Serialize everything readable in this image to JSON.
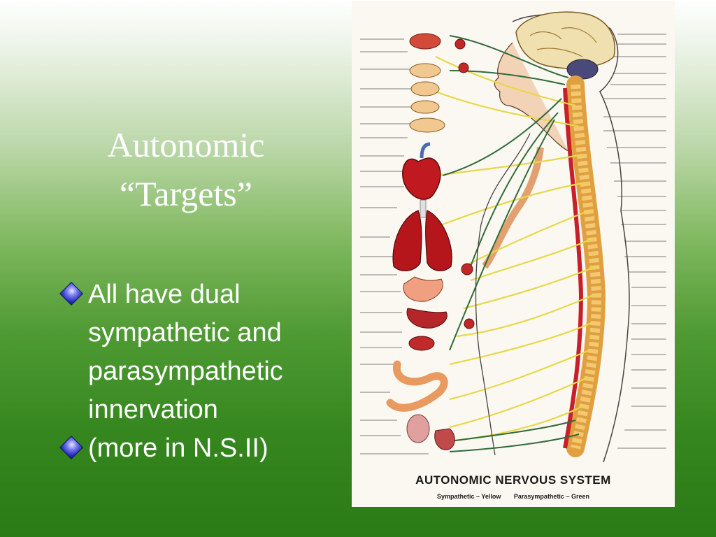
{
  "slide": {
    "title_line1": "Autonomic",
    "title_line2": "“Targets”",
    "bullets": [
      {
        "text": " All have dual sympathetic and parasympathetic innervation"
      },
      {
        "text": "(more in N.S.II)"
      }
    ],
    "bullet_icon": "diamond-bullet-icon"
  },
  "poster": {
    "title": "AUTONOMIC NERVOUS SYSTEM",
    "legend_sympathetic": "Sympathetic – Yellow",
    "legend_parasympathetic": "Parasympathetic – Green",
    "colors": {
      "sympathetic": "#e8d84a",
      "parasympathetic": "#2f6b3a",
      "spine": "#e0a040",
      "organ_red": "#b5161c"
    }
  }
}
